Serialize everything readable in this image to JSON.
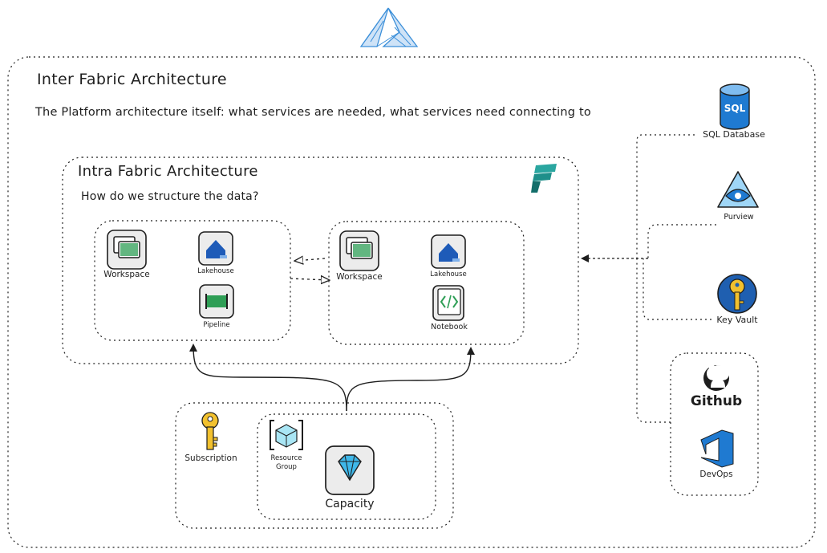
{
  "inter": {
    "title": "Inter Fabric Architecture",
    "description": "The Platform architecture itself: what services are needed, what services need connecting to"
  },
  "intra": {
    "title": "Intra Fabric Architecture",
    "question": "How do we structure the data?"
  },
  "left_workspace": {
    "workspace_label": "Workspace",
    "lakehouse_label": "Lakehouse",
    "pipeline_label": "Pipeline"
  },
  "right_workspace": {
    "workspace_label": "Workspace",
    "lakehouse_label": "Lakehouse",
    "notebook_label": "Notebook"
  },
  "infra": {
    "subscription_label": "Subscription",
    "resource_group_label_1": "Resource",
    "resource_group_label_2": "Group",
    "capacity_label": "Capacity"
  },
  "services": {
    "sql_label": "SQL Database",
    "sql_icon_text": "SQL",
    "purview_label": "Purview",
    "keyvault_label": "Key Vault",
    "github_label": "Github",
    "devops_label": "DevOps"
  },
  "colors": {
    "azure_blue": "#3b8fd9",
    "sql_blue": "#1f7ad1",
    "lakehouse_blue": "#1e5bb8",
    "pipeline_green": "#2e9e55",
    "key_yellow": "#f2c12e",
    "teal": "#2aa6a0",
    "diamond": "#3fb8ea"
  }
}
